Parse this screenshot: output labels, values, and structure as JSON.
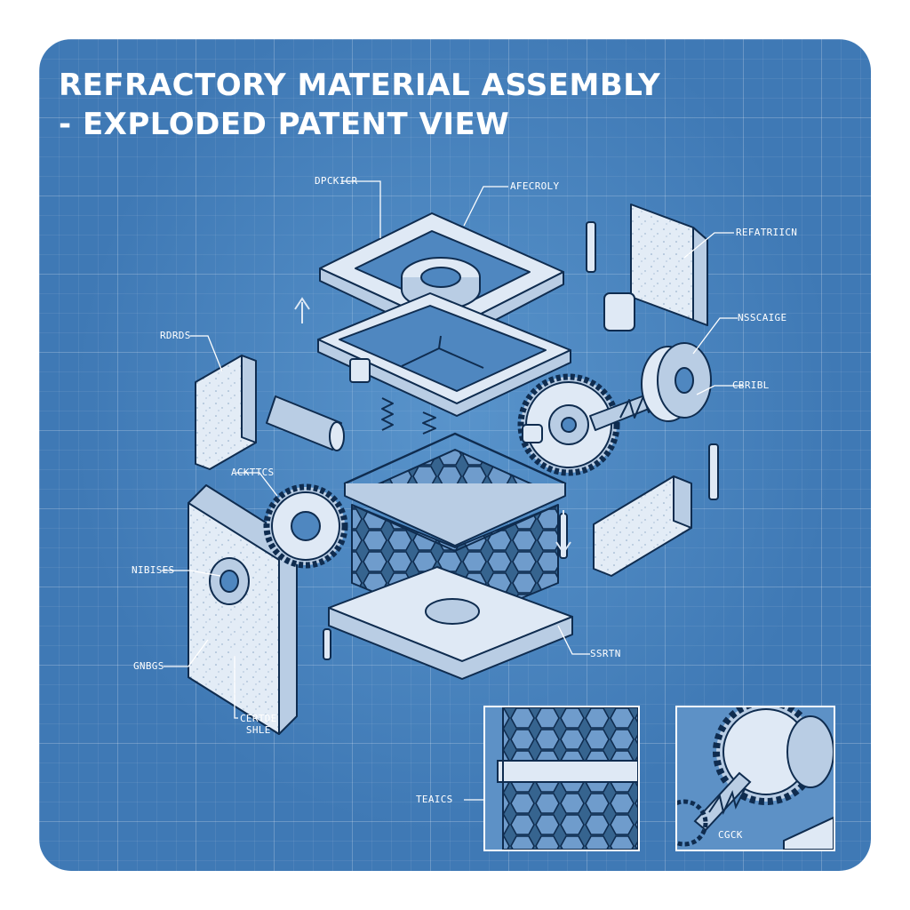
{
  "title": {
    "line1": "REFRACTORY MATERIAL ASSEMBLY",
    "line2": "- EXPLODED PATENT VIEW"
  },
  "labels": {
    "top_left": "DPCKICR",
    "top_center": "AFECROLY",
    "right_top": "REFATRIICN",
    "right_middle": "NSSCAIGE",
    "right_lower": "CBRIBL",
    "left_top": "RDRDS",
    "left_middle": "ACKTTCS",
    "left_lower": "NIBISES",
    "left_bottom": "GNBGS",
    "bottom_center": "SSRTN",
    "bottom_left_line1": "CERTDE",
    "bottom_left_line2": "SHLE",
    "inset1": "TEAICS",
    "inset2": "CGCK"
  },
  "colors": {
    "background": "#3f79b5",
    "part_fill": "#dfe9f5",
    "line": "#0f2c4f",
    "text": "#ffffff"
  }
}
